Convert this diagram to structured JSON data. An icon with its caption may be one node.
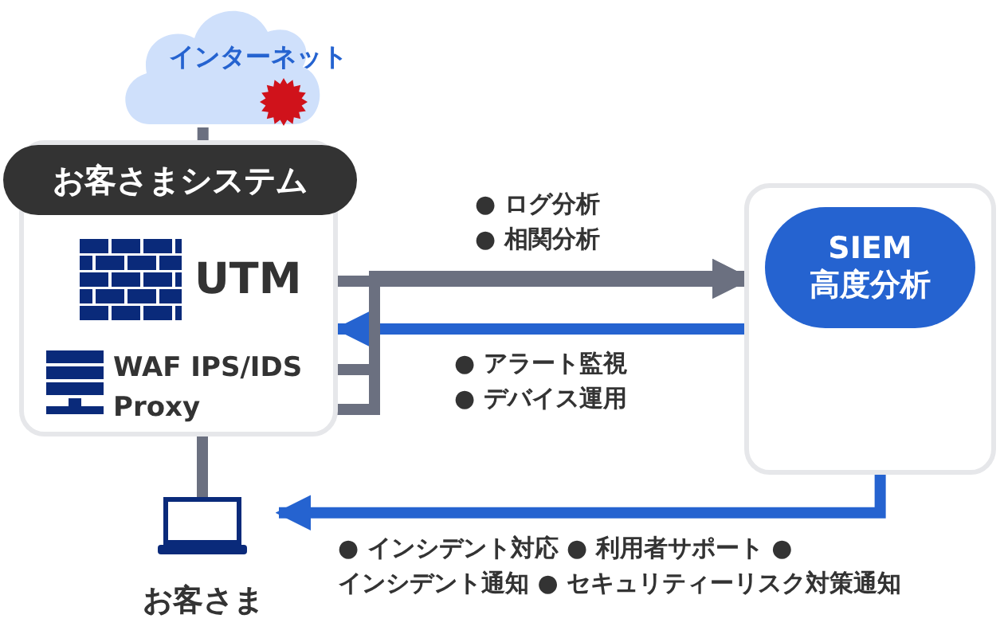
{
  "diagram": {
    "nodes": [
      {
        "text": [
          "インターネット"
        ]
      },
      {
        "text": [
          "お客さまシステム"
        ]
      },
      {
        "text": [
          "UTM"
        ],
        "in": 1
      },
      {
        "text": [
          "WAF IPS/IDS"
        ],
        "in": 1
      },
      {
        "text": [
          "Proxy"
        ],
        "in": 1
      },
      {
        "text": [],
        "shape": "box"
      },
      {
        "text": [
          "SIEM 高度分析"
        ],
        "in": 5
      },
      {
        "text": [
          "お客さま"
        ]
      }
    ],
    "edges": [
      {
        "from": 0,
        "to": 1,
        "arrow": "none"
      },
      {
        "from": 2,
        "to": 5,
        "arrow": "to",
        "label": "● ログ分析 ● 相関分析"
      },
      {
        "from": 3,
        "to": 5,
        "arrow": "to"
      },
      {
        "from": 4,
        "to": 5,
        "arrow": "to"
      },
      {
        "from": 5,
        "to": 1,
        "arrow": "to",
        "label": "● アラート監視 ● デバイス運用",
        "color": "#2563d0"
      },
      {
        "from": 1,
        "to": 7,
        "arrow": "none"
      },
      {
        "from": 5,
        "to": 7,
        "arrow": "to",
        "label": "● インシデント対応 ● 利用者サポート ● インシデント通知 ● セキュリティーリスク対策通知",
        "color": "#2563d0"
      }
    ]
  }
}
